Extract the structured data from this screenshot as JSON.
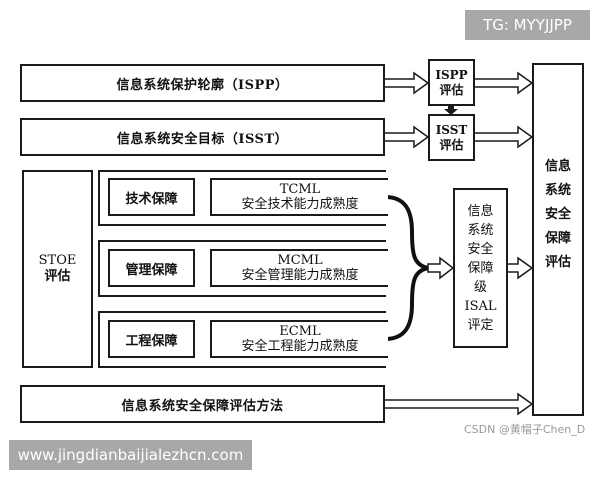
{
  "diagram": {
    "inputs": {
      "ispp": "信息系统保护轮廓（ISPP）",
      "isst": "信息系统安全目标（ISST）",
      "method": "信息系统安全保障评估方法"
    },
    "evaluations": {
      "ispp_eval": [
        "ISPP",
        "评估"
      ],
      "isst_eval": [
        "ISST",
        "评估"
      ]
    },
    "stoe": [
      "STOE",
      "评估"
    ],
    "assurance_rows": [
      {
        "category": "技术保障",
        "model": "TCML",
        "description": "安全技术能力成熟度"
      },
      {
        "category": "管理保障",
        "model": "MCML",
        "description": "安全管理能力成熟度"
      },
      {
        "category": "工程保障",
        "model": "ECML",
        "description": "安全工程能力成熟度"
      }
    ],
    "isal": [
      "信息",
      "系统",
      "安全",
      "保障",
      "级",
      "ISAL",
      "评定"
    ],
    "final": [
      "信息",
      "系统",
      "安全",
      "保障",
      "评估"
    ]
  },
  "watermarks": {
    "top_right": "TG: MYYJJPP",
    "bottom_left": "www.jingdianbaijialezhcn.com",
    "credit": "CSDN @黄帽子Chen_D"
  },
  "colors": {
    "line": "#1a1a1a",
    "watermark_bg": "#a8a8a8",
    "credit_text": "#999999"
  }
}
